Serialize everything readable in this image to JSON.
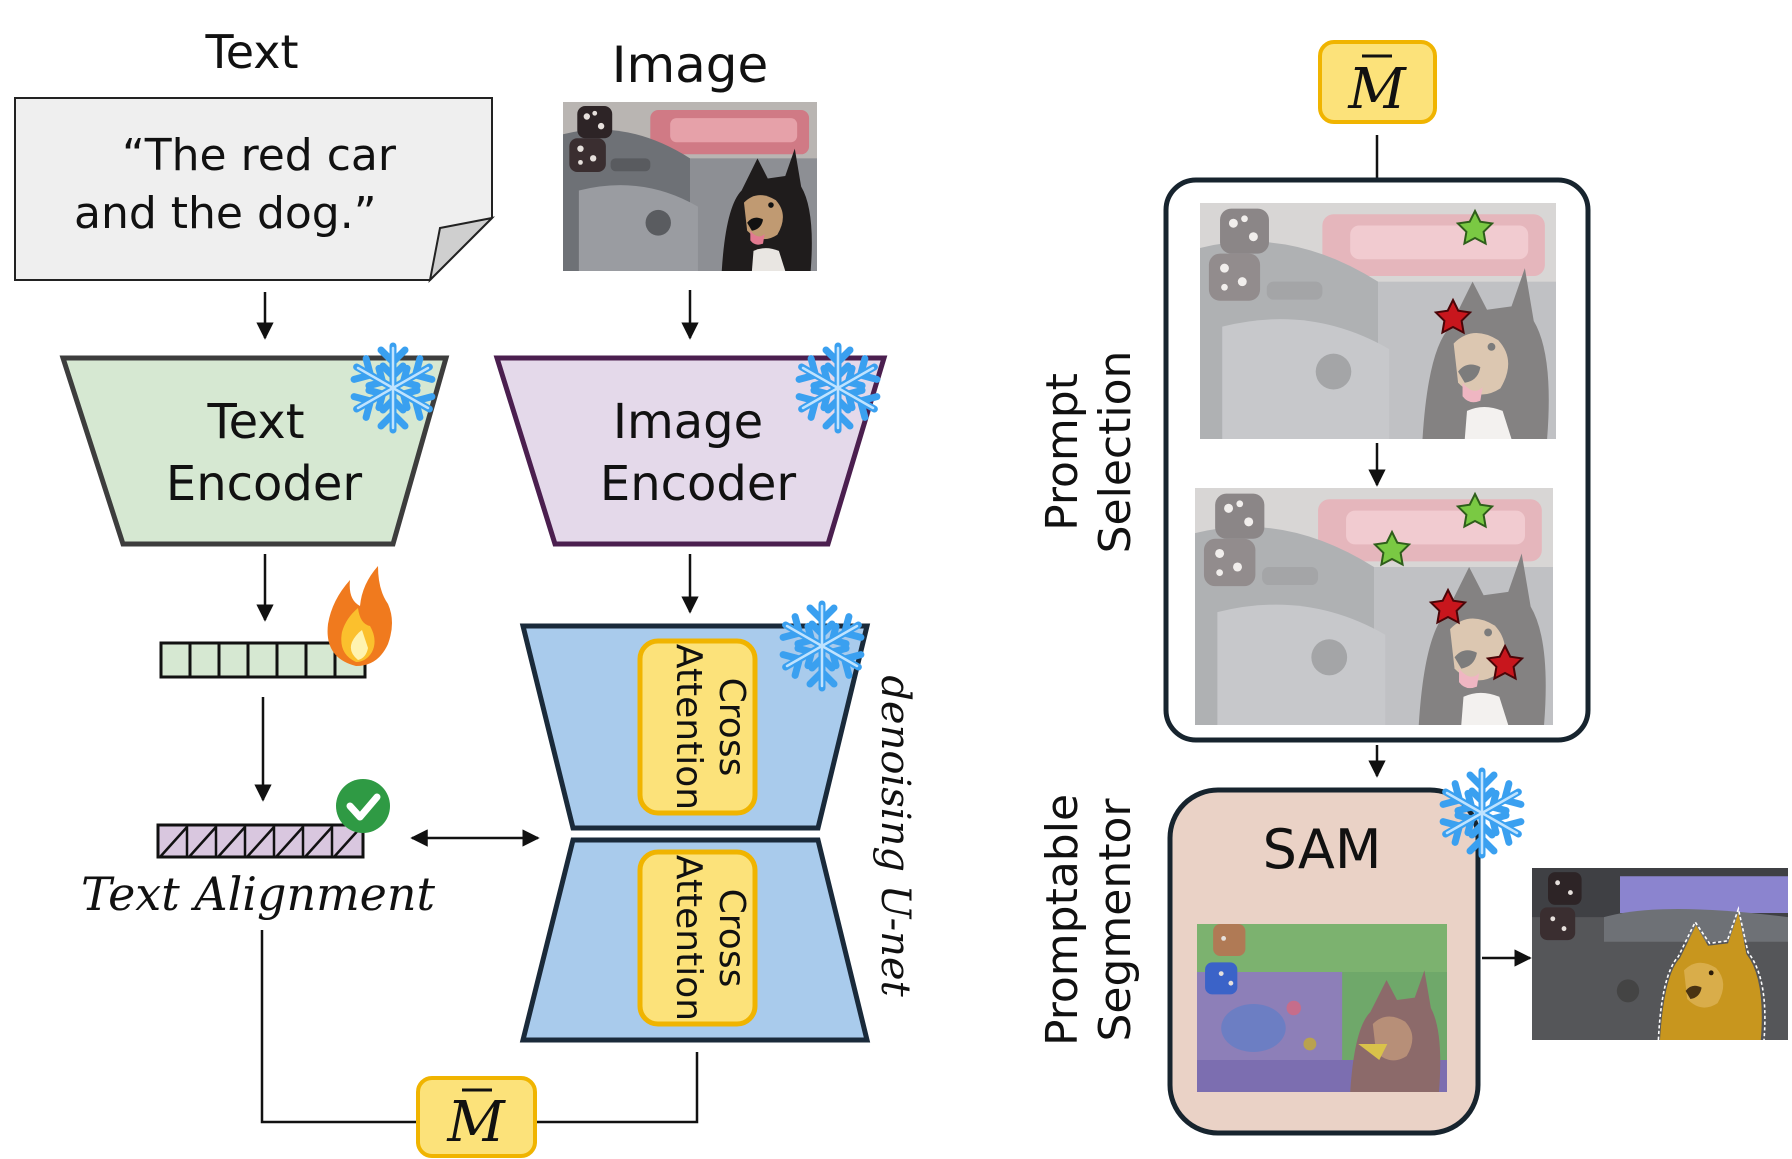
{
  "text_input": {
    "heading": "Text",
    "quote_line1": "“The red car",
    "quote_line2": "and the dog.”"
  },
  "image_input": {
    "heading": "Image"
  },
  "text_encoder": {
    "line1": "Text",
    "line2": "Encoder",
    "color": "#d6e8d2"
  },
  "image_encoder": {
    "line1": "Image",
    "line2": "Encoder",
    "color": "#e4d9ea"
  },
  "unet": {
    "label": "denoising U-net",
    "block1": {
      "line1": "Cross",
      "line2": "Attention"
    },
    "block2": {
      "line1": "Cross",
      "line2": "Attention"
    },
    "color": "#a9cbec"
  },
  "text_alignment": {
    "label": "Text Alignment"
  },
  "mask_badge": {
    "symbol": "M",
    "color": "#fce27a"
  },
  "prompt_selection": {
    "line1": "Prompt",
    "line2": "Selection"
  },
  "promptable_segmentor": {
    "line1": "Promptable",
    "line2": "Segmentor"
  },
  "sam": {
    "label": "SAM",
    "color": "#ead2c6"
  },
  "icons": {
    "frozen": "snowflake-icon",
    "trainable": "flame-icon",
    "aligned": "checkmark-icon",
    "positive_point": "green-star-icon",
    "negative_point": "red-star-icon"
  }
}
